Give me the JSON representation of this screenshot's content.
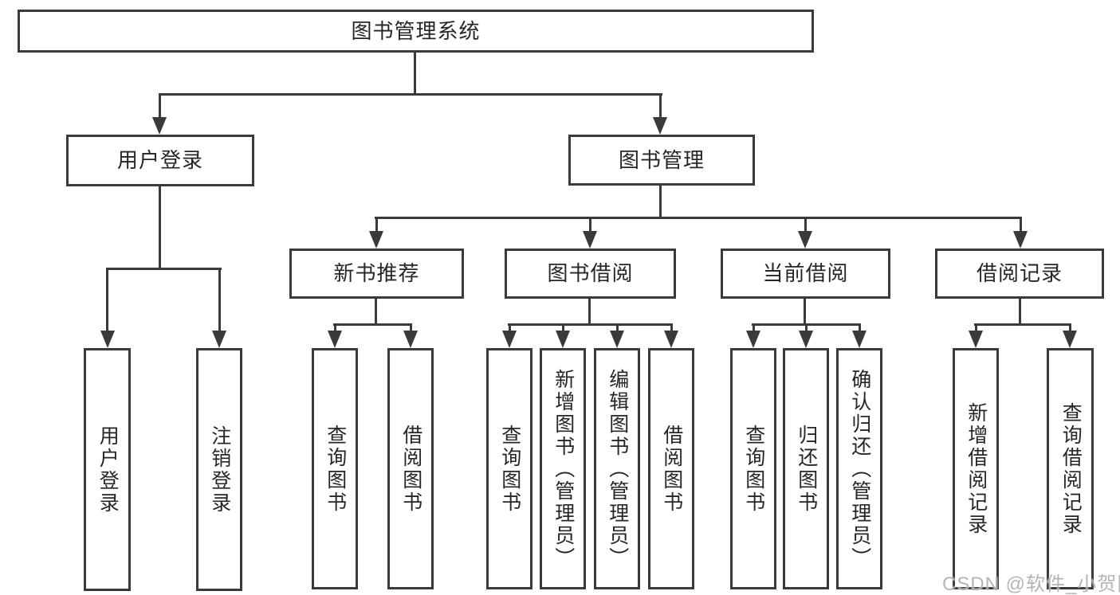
{
  "title": {
    "label": "图书管理系统"
  },
  "login": {
    "label": "用户登录",
    "children": [
      {
        "label": "用户登录"
      },
      {
        "label": "注销登录"
      }
    ]
  },
  "mgmt": {
    "label": "图书管理",
    "children": [
      {
        "label": "新书推荐",
        "children": [
          {
            "label": "查询图书"
          },
          {
            "label": "借阅图书"
          }
        ]
      },
      {
        "label": "图书借阅",
        "children": [
          {
            "label": "查询图书"
          },
          {
            "label": "新增图书（管理员）"
          },
          {
            "label": "编辑图书（管理员）"
          },
          {
            "label": "借阅图书"
          }
        ]
      },
      {
        "label": "当前借阅",
        "children": [
          {
            "label": "查询图书"
          },
          {
            "label": "归还图书"
          },
          {
            "label": "确认归还（管理员）"
          }
        ]
      },
      {
        "label": "借阅记录",
        "children": [
          {
            "label": "新增借阅记录"
          },
          {
            "label": "查询借阅记录"
          }
        ]
      }
    ]
  },
  "watermark": "CSDN @软件_小贺同学",
  "colors": {
    "line": "#3a3a3a",
    "text": "#262626",
    "watermark": "#a8a8a8",
    "background": "#ffffff"
  }
}
